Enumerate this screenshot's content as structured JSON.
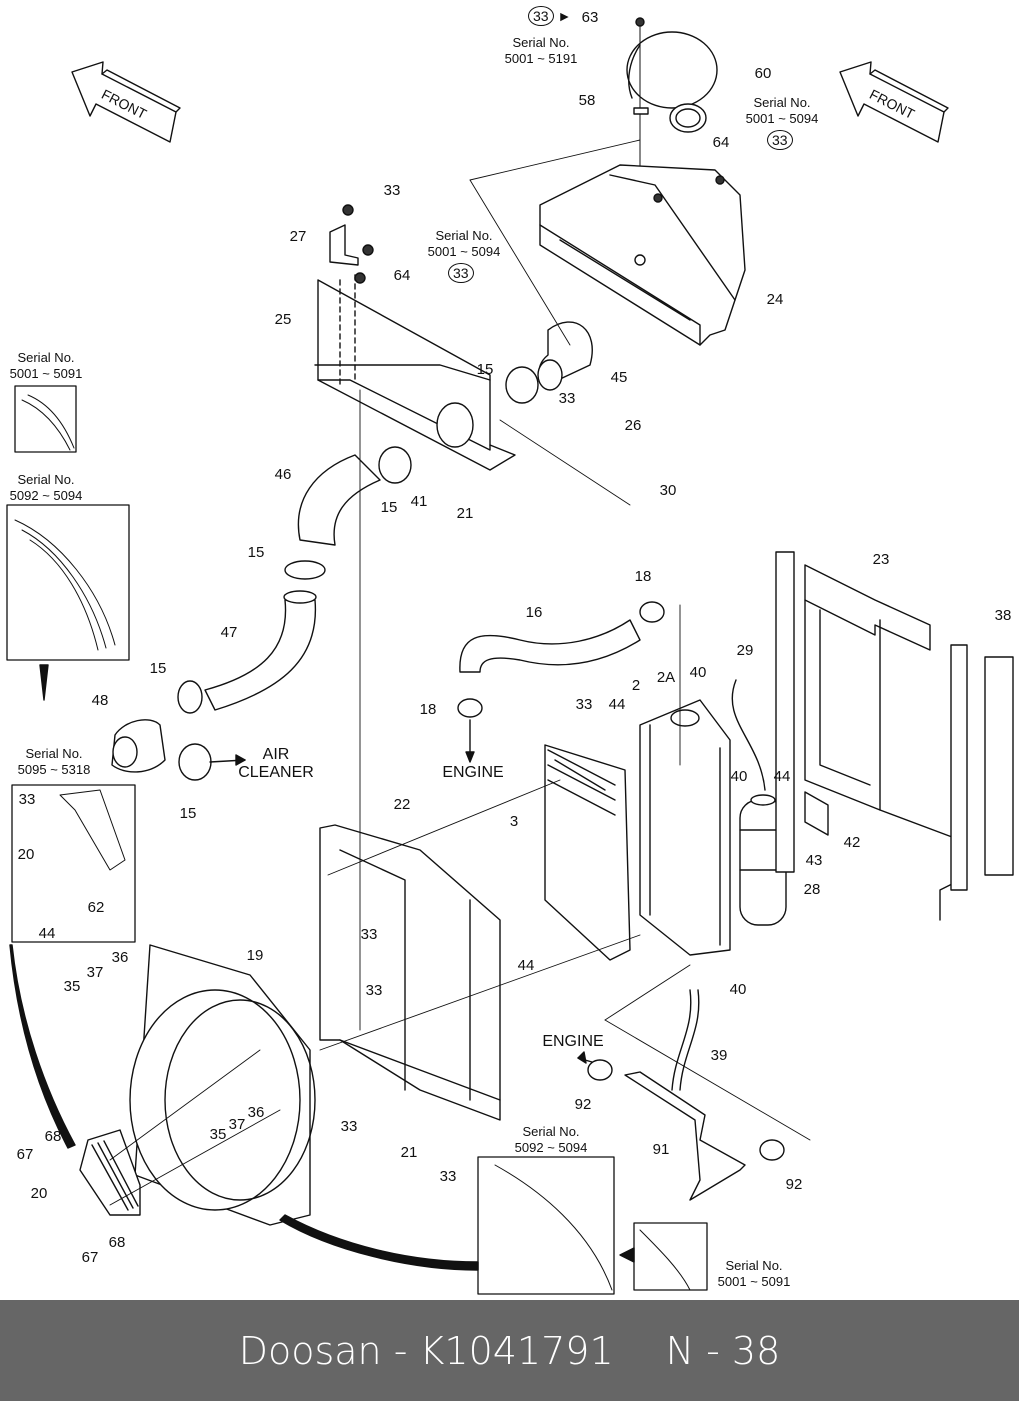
{
  "diagram": {
    "front_arrow_label": "FRONT",
    "directions": {
      "air_cleaner": "AIR\nCLEANER",
      "engine_top": "ENGINE",
      "engine_bottom": "ENGINE"
    },
    "serial_notes": [
      {
        "id": "s1",
        "text": "Serial No.\n5001 ~ 5191"
      },
      {
        "id": "s2",
        "text": "Serial No.\n5001 ~ 5094"
      },
      {
        "id": "s3",
        "text": "Serial No.\n5001 ~ 5094"
      },
      {
        "id": "s4",
        "text": "Serial No.\n5001 ~ 5091"
      },
      {
        "id": "s5",
        "text": "Serial No.\n5092 ~ 5094"
      },
      {
        "id": "s6",
        "text": "Serial No.\n5095 ~ 5318"
      },
      {
        "id": "s7",
        "text": "Serial No.\n5092 ~ 5094"
      },
      {
        "id": "s8",
        "text": "Serial No.\n5001 ~ 5091"
      }
    ],
    "circled_refs": [
      "33",
      "33",
      "33"
    ],
    "part_labels": [
      "63",
      "60",
      "58",
      "64",
      "33",
      "27",
      "64",
      "25",
      "24",
      "15",
      "45",
      "33",
      "26",
      "30",
      "46",
      "15",
      "41",
      "21",
      "15",
      "47",
      "15",
      "48",
      "15",
      "16",
      "18",
      "18",
      "29",
      "40",
      "2",
      "2A",
      "33",
      "44",
      "3",
      "40",
      "44",
      "42",
      "43",
      "28",
      "23",
      "38",
      "22",
      "33",
      "33",
      "33",
      "21",
      "33",
      "44",
      "40",
      "39",
      "92",
      "91",
      "92",
      "19",
      "36",
      "37",
      "35",
      "36",
      "37",
      "35",
      "68",
      "67",
      "20",
      "68",
      "67",
      "33",
      "20",
      "62",
      "44"
    ]
  },
  "footer": {
    "part_ref": "Doosan - K1041791",
    "page": "N - 38"
  }
}
